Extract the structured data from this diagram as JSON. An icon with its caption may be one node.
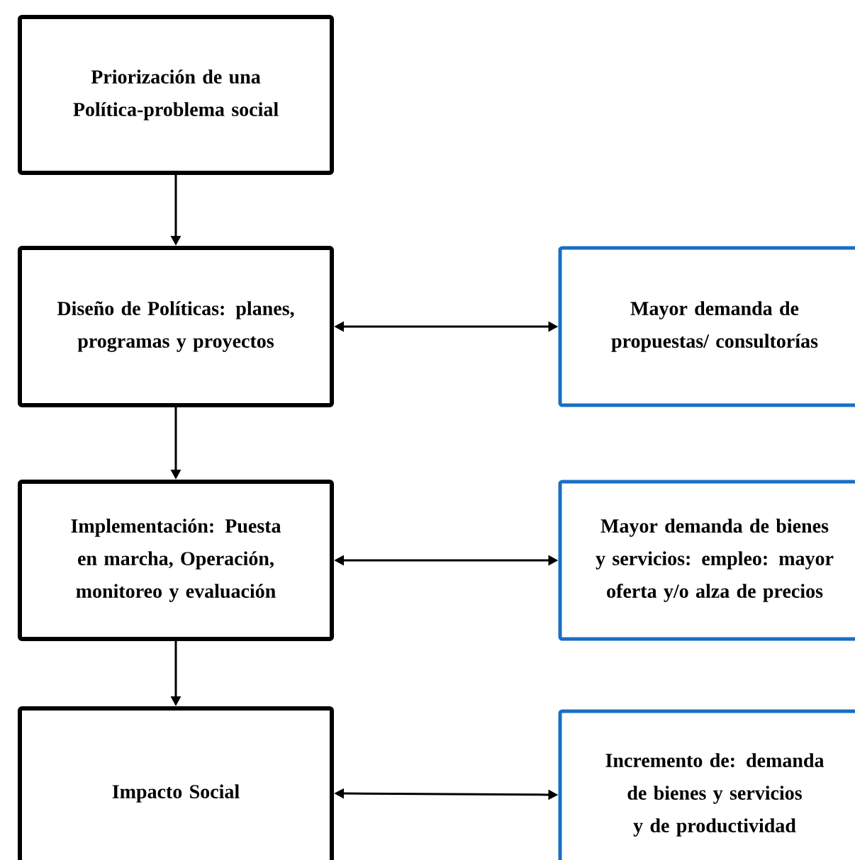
{
  "diagram": {
    "nodes": [
      {
        "text": [
          "Priorización de una Política-problema social"
        ]
      },
      {
        "text": [
          "Diseño de Políticas: planes, programas y proyectos"
        ]
      },
      {
        "text": [
          "Mayor demanda de propuestas/ consultorías"
        ]
      },
      {
        "text": [
          "Implementación: Puesta en marcha, Operación, monitoreo y evaluación"
        ]
      },
      {
        "text": [
          "Mayor demanda de bienes y servicios: empleo: mayor oferta y/o alza de precios"
        ]
      },
      {
        "text": [
          "Impacto Social"
        ]
      },
      {
        "text": [
          "Incremento de: demanda de bienes y servicios y de productividad"
        ]
      }
    ],
    "edges": [
      {
        "from": 0,
        "to": 1,
        "arrow": "to"
      },
      {
        "from": 1,
        "to": 2,
        "arrow": "both"
      },
      {
        "from": 1,
        "to": 3,
        "arrow": "to"
      },
      {
        "from": 3,
        "to": 4,
        "arrow": "both"
      },
      {
        "from": 3,
        "to": 5,
        "arrow": "to"
      },
      {
        "from": 5,
        "to": 6,
        "arrow": "both"
      }
    ]
  }
}
